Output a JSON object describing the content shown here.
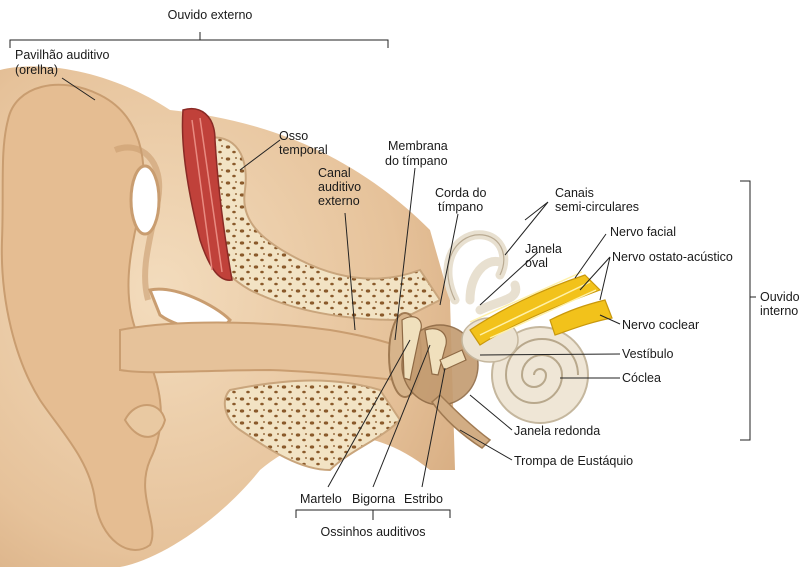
{
  "labels": {
    "outer_ear": "Ouvido externo",
    "pinna": "Pavilhão auditivo",
    "pinna_sub": "(orelha)",
    "temporal_bone_1": "Osso",
    "temporal_bone_2": "temporal",
    "ear_canal_1": "Canal",
    "ear_canal_2": "auditivo",
    "ear_canal_3": "externo",
    "eardrum_1": "Membrana",
    "eardrum_2": "do tímpano",
    "chorda_1": "Corda do",
    "chorda_2": "tímpano",
    "semicircular_1": "Canais",
    "semicircular_2": "semi-circulares",
    "oval_window_1": "Janela",
    "oval_window_2": "oval",
    "facial_nerve": "Nervo facial",
    "vestibulocochlear_nerve": "Nervo ostato-acústico",
    "inner_ear_1": "Ouvido",
    "inner_ear_2": "interno",
    "cochlear_nerve": "Nervo coclear",
    "vestibule": "Vestíbulo",
    "cochlea": "Cóclea",
    "round_window": "Janela redonda",
    "eustachian_tube": "Trompa de Eustáquio",
    "malleus": "Martelo",
    "incus": "Bigorna",
    "stapes": "Estribo",
    "ossicles": "Ossinhos auditivos"
  },
  "colors": {
    "skin": "#e9c9a2",
    "skin_dark": "#cfa57a",
    "bone": "#f2e3c4",
    "bone_pores": "#8a5a2b",
    "muscle": "#c0413a",
    "nerve": "#f2c21b",
    "cochlea": "#efe6d6",
    "leader": "#222222"
  }
}
